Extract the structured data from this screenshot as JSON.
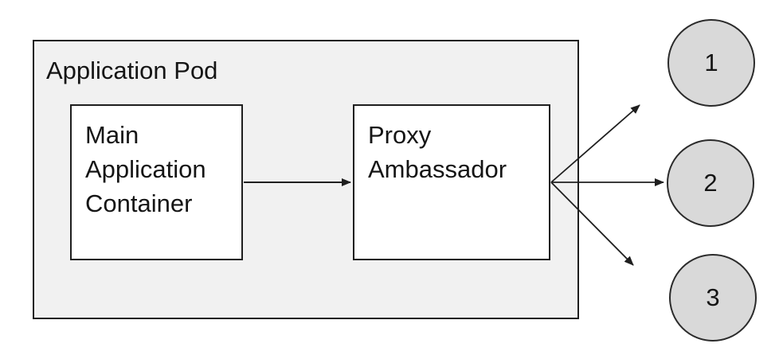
{
  "diagram": {
    "pod": {
      "label": "Application Pod",
      "fill": "#f1f1f1",
      "border_color": "#1e1e1e"
    },
    "nodes": [
      {
        "id": "main-application-container",
        "label": "Main\nApplication\nContainer",
        "fill": "#ffffff"
      },
      {
        "id": "proxy-ambassador",
        "label": "Proxy\nAmbassador",
        "fill": "#ffffff"
      }
    ],
    "endpoints": [
      {
        "id": "endpoint-1",
        "label": "1"
      },
      {
        "id": "endpoint-2",
        "label": "2"
      },
      {
        "id": "endpoint-3",
        "label": "3"
      }
    ],
    "connectors": [
      {
        "from": "main-application-container",
        "to": "proxy-ambassador"
      },
      {
        "from": "proxy-ambassador",
        "to": "endpoint-1"
      },
      {
        "from": "proxy-ambassador",
        "to": "endpoint-2"
      },
      {
        "from": "proxy-ambassador",
        "to": "endpoint-3"
      }
    ],
    "colors": {
      "endpoint_fill": "#d9d9d9",
      "connector_line": "#1f1f1f"
    }
  }
}
